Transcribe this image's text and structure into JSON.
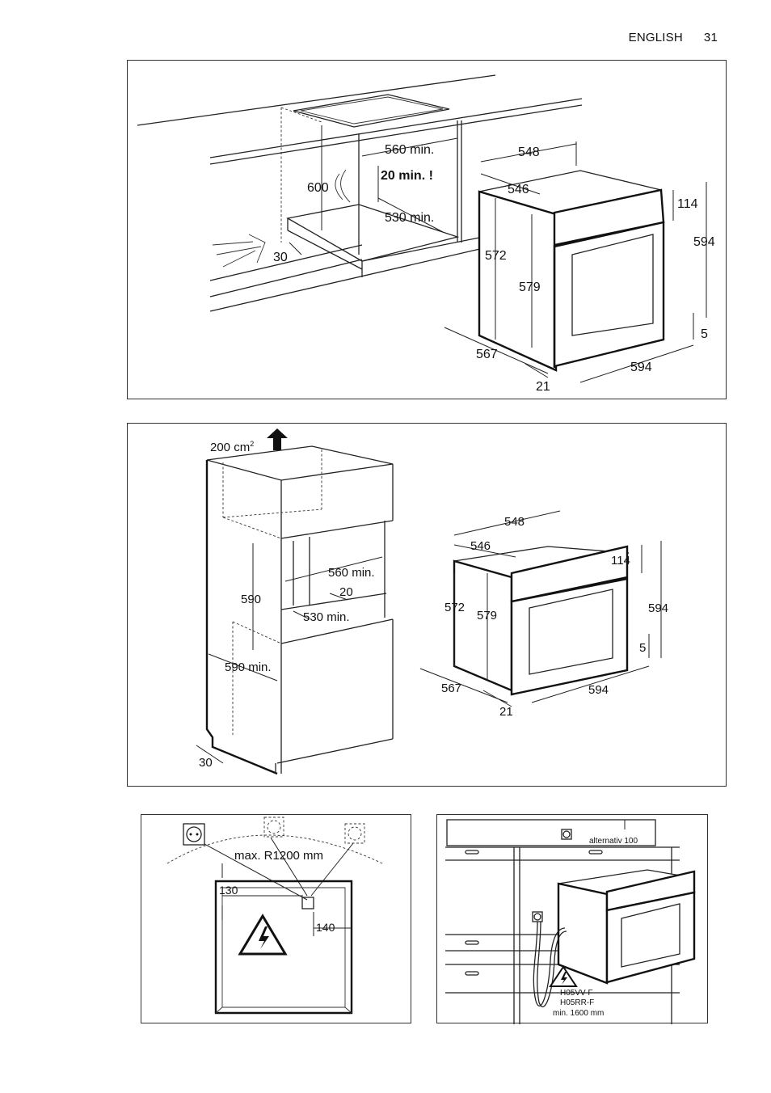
{
  "header": {
    "section": "ENGLISH",
    "page_number": "31"
  },
  "figure1": {
    "cabinet_labels": {
      "width_min": "560 min.",
      "vent_gap": "20 min. !",
      "height": "600",
      "depth_min": "530 min.",
      "front_gap": "30"
    },
    "oven_labels": {
      "top_depth": "548",
      "inner_depth": "546",
      "panel_height": "114",
      "total_height": "594",
      "body_height": "572",
      "door_height": "579",
      "side_depth": "567",
      "foot_height": "5",
      "front_width": "594",
      "door_thickness": "21"
    }
  },
  "figure2": {
    "vent_area": "200 cm",
    "vent_area_sup": "2",
    "cabinet_labels": {
      "height": "590",
      "width_min": "560 min.",
      "gap": "20",
      "depth_min": "530 min.",
      "column_depth_min": "590 min.",
      "front_gap": "30"
    },
    "oven_labels": {
      "top_depth": "548",
      "inner_depth": "546",
      "panel_height": "114",
      "total_height": "594",
      "body_height": "572",
      "door_height": "579",
      "foot_height": "5",
      "side_depth": "567",
      "front_width": "594",
      "door_thickness": "21"
    }
  },
  "figure3": {
    "radius_label": "max. R1200 mm",
    "dim_top": "130",
    "dim_side": "140",
    "warning_icon": "high-voltage-warning-icon"
  },
  "figure4": {
    "alt_label": "alternativ 100",
    "cable1": "H05VV-F",
    "cable2": "H05RR-F",
    "cable_length": "min. 1600 mm",
    "warning_icon": "high-voltage-warning-icon"
  }
}
